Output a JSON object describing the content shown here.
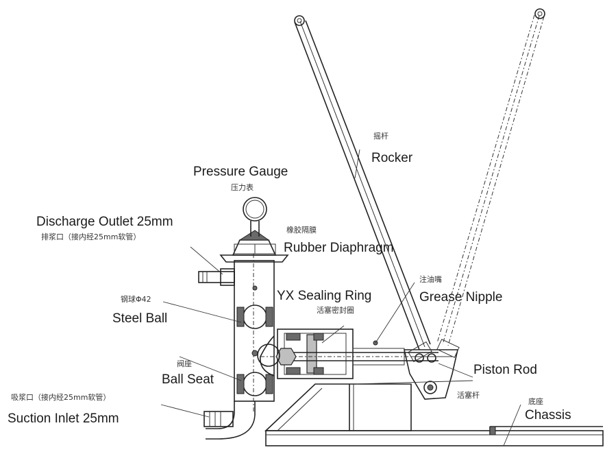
{
  "labels": {
    "pressure_gauge": {
      "en": "Pressure Gauge",
      "cn": "压力表"
    },
    "discharge_outlet": {
      "en": "Discharge Outlet 25mm",
      "cn": "排浆口（接内经25mm软管）"
    },
    "rubber_diaphragm": {
      "en": "Rubber Diaphragm",
      "cn": "橡胶隔膜"
    },
    "yx_sealing_ring": {
      "en": "YX Sealing Ring",
      "cn": "活塞密封圈"
    },
    "grease_nipple": {
      "en": "Grease Nipple",
      "cn": "注油嘴"
    },
    "steel_ball": {
      "en": "Steel Ball",
      "cn": "钢球Φ42"
    },
    "ball_seat": {
      "en": "Ball Seat",
      "cn": "阀座"
    },
    "piston_rod": {
      "en": "Piston Rod",
      "cn": "活塞杆"
    },
    "suction_inlet": {
      "en": "Suction Inlet 25mm",
      "cn": "吸浆口（接内经25mm软管）"
    },
    "chassis": {
      "en": "Chassis",
      "cn": "底座"
    },
    "rocker": {
      "en": "Rocker",
      "cn": "摇杆"
    }
  }
}
